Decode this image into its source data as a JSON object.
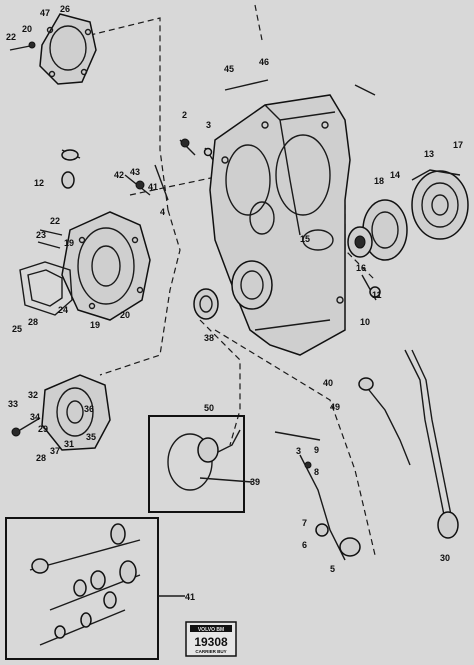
{
  "labels": [
    "47",
    "26",
    "22",
    "20",
    "45",
    "46",
    "2",
    "3",
    "13",
    "17",
    "18",
    "14",
    "12",
    "42",
    "43",
    "41",
    "4",
    "22",
    "23",
    "19",
    "15",
    "16",
    "25",
    "28",
    "24",
    "19",
    "20",
    "38",
    "11",
    "10",
    "33",
    "32",
    "34",
    "40",
    "49",
    "29",
    "37",
    "31",
    "35",
    "36",
    "28",
    "50",
    "39",
    "3",
    "9",
    "8",
    "7",
    "6",
    "5",
    "30",
    "41"
  ],
  "sticker": {
    "top": "VOLVO BM",
    "code": "19308",
    "bottom": "CARRIER BUY"
  }
}
